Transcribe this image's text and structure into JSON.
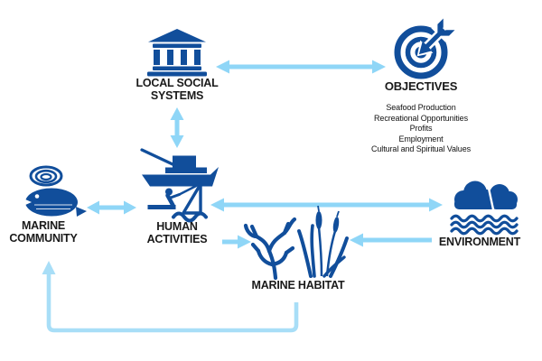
{
  "nodes": {
    "local_social_systems": {
      "label": "LOCAL SOCIAL SYSTEMS",
      "icon": "bank-building-icon"
    },
    "objectives": {
      "label": "OBJECTIVES",
      "icon": "target-dart-icon",
      "items": [
        "Seafood Production",
        "Recreational Opportunities",
        "Profits",
        "Employment",
        "Cultural and Spiritual Values"
      ]
    },
    "marine_community": {
      "label": "MARINE COMMUNITY",
      "icon": "flatfish-shell-icon"
    },
    "human_activities": {
      "label": "HUMAN ACTIVITIES",
      "icon": "fishing-boat-fisherman-icon"
    },
    "environment": {
      "label": "ENVIRONMENT",
      "icon": "clouds-waves-icon"
    },
    "marine_habitat": {
      "label": "MARINE HABITAT",
      "icon": "coral-seagrass-icon"
    }
  },
  "connections": [
    {
      "from": "local_social_systems",
      "to": "objectives",
      "type": "bidirectional"
    },
    {
      "from": "local_social_systems",
      "to": "human_activities",
      "type": "bidirectional"
    },
    {
      "from": "marine_community",
      "to": "human_activities",
      "type": "bidirectional"
    },
    {
      "from": "human_activities",
      "to": "environment",
      "type": "bidirectional"
    },
    {
      "from": "human_activities",
      "to": "marine_habitat",
      "type": "one-way"
    },
    {
      "from": "environment",
      "to": "marine_habitat",
      "type": "one-way"
    },
    {
      "from": "marine_habitat",
      "to": "marine_community",
      "type": "one-way-feedback-loop"
    }
  ],
  "colors": {
    "icon_blue": "#114e9b",
    "arrow_blue": "#8fd6f7",
    "loop_blue": "#a8def7",
    "label_text": "#1a1a1a",
    "background": "#ffffff"
  }
}
